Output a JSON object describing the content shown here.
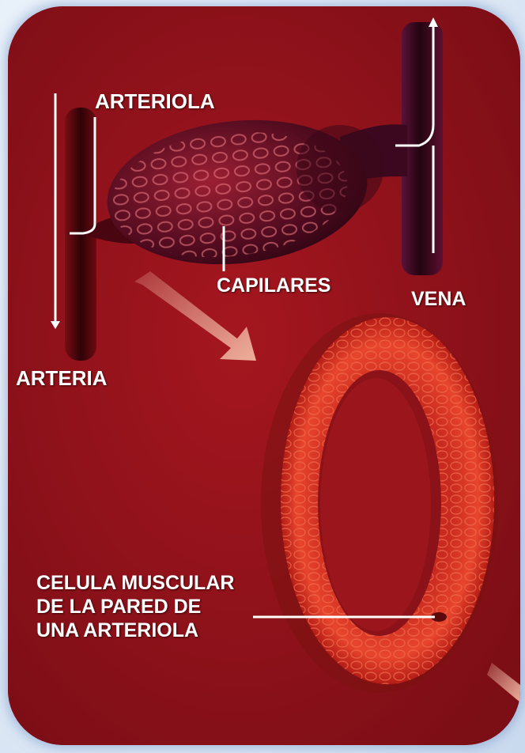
{
  "labels": {
    "arteriola": "ARTERIOLA",
    "capilares": "CAPILARES",
    "vena": "VENA",
    "arteria": "ARTERIA",
    "celula_line1": "CELULA MUSCULAR",
    "celula_line2": "DE LA PARED DE",
    "celula_line3": "UNA ARTERIOLA"
  },
  "colors": {
    "background": "#8e121b",
    "frame": "#dde8f5",
    "vessel": "#5a0710",
    "vein": "#4a0d2a",
    "ring": "#e5442c",
    "label": "#ffffff"
  }
}
